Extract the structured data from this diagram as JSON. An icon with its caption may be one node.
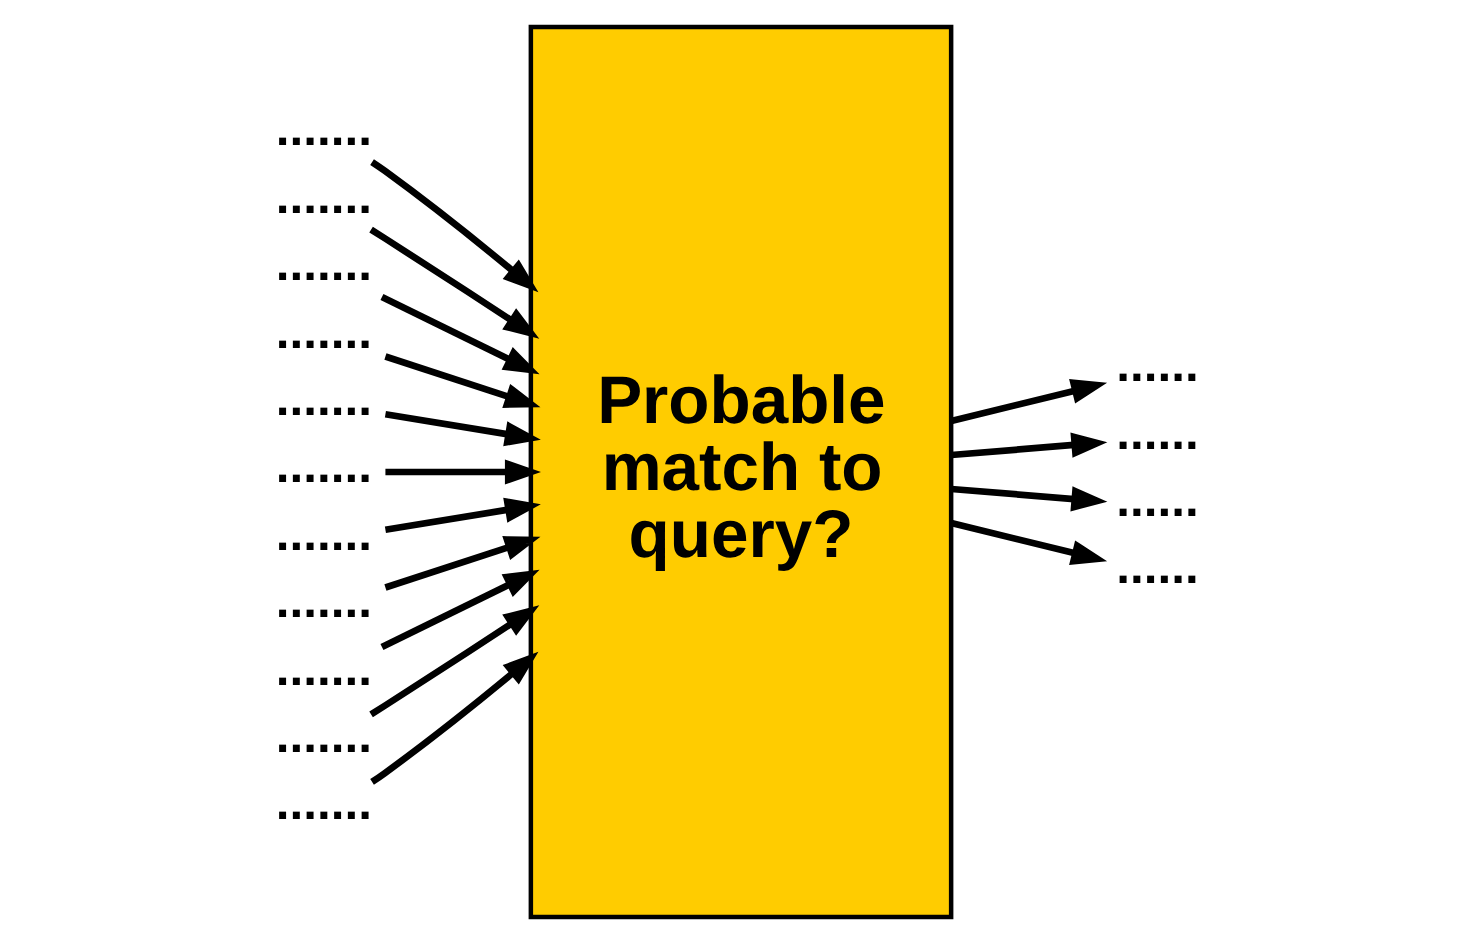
{
  "diagram": {
    "nodes": [
      {
        "text": [
          "Probable match to query?"
        ]
      },
      {
        "text": [
          "......."
        ]
      },
      {
        "text": [
          "......."
        ]
      },
      {
        "text": [
          "......."
        ]
      },
      {
        "text": [
          "......."
        ]
      },
      {
        "text": [
          "......."
        ]
      },
      {
        "text": [
          "......."
        ]
      },
      {
        "text": [
          "......."
        ]
      },
      {
        "text": [
          "......."
        ]
      },
      {
        "text": [
          "......."
        ]
      },
      {
        "text": [
          "......."
        ]
      },
      {
        "text": [
          "......."
        ]
      },
      {
        "text": [
          "......"
        ]
      },
      {
        "text": [
          "......"
        ]
      },
      {
        "text": [
          "......"
        ]
      },
      {
        "text": [
          "......"
        ]
      }
    ],
    "edges": [
      {
        "from": 1,
        "to": 0,
        "arrow": "to"
      },
      {
        "from": 2,
        "to": 0,
        "arrow": "to"
      },
      {
        "from": 3,
        "to": 0,
        "arrow": "to"
      },
      {
        "from": 4,
        "to": 0,
        "arrow": "to"
      },
      {
        "from": 5,
        "to": 0,
        "arrow": "to"
      },
      {
        "from": 6,
        "to": 0,
        "arrow": "to"
      },
      {
        "from": 7,
        "to": 0,
        "arrow": "to"
      },
      {
        "from": 8,
        "to": 0,
        "arrow": "to"
      },
      {
        "from": 9,
        "to": 0,
        "arrow": "to"
      },
      {
        "from": 10,
        "to": 0,
        "arrow": "to"
      },
      {
        "from": 11,
        "to": 0,
        "arrow": "to"
      },
      {
        "from": 0,
        "to": 12,
        "arrow": "to"
      },
      {
        "from": 0,
        "to": 13,
        "arrow": "to"
      },
      {
        "from": 0,
        "to": 14,
        "arrow": "to"
      },
      {
        "from": 0,
        "to": 15,
        "arrow": "to"
      }
    ]
  }
}
